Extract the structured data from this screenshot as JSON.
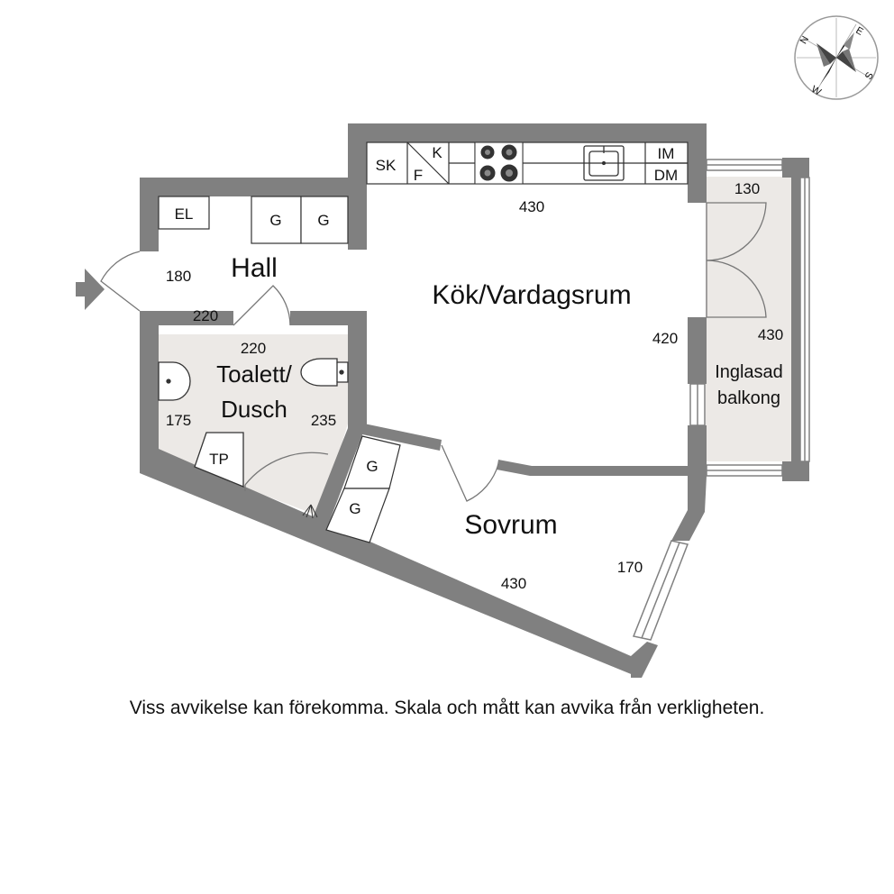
{
  "rooms": {
    "hall": "Hall",
    "kitchen_living": "Kök/Vardagsrum",
    "wc_line1": "Toalett/",
    "wc_line2": "Dusch",
    "bedroom": "Sovrum",
    "balcony_line1": "Inglasad",
    "balcony_line2": "balkong"
  },
  "dimensions": {
    "kitchen_width": "430",
    "kitchen_depth": "420",
    "hall_depth": "180",
    "hall_width": "220",
    "wc_width": "220",
    "wc_left": "175",
    "wc_right": "235",
    "bedroom_width": "430",
    "bedroom_depth": "170",
    "balcony_width": "130",
    "balcony_length": "430"
  },
  "fixtures": {
    "sk": "SK",
    "k": "K",
    "f": "F",
    "im": "IM",
    "dm": "DM",
    "el": "EL",
    "wardrobe": "G",
    "tp": "TP"
  },
  "compass": {
    "n": "N",
    "e": "E",
    "s": "S",
    "w": "W"
  },
  "colors": {
    "wall": "#808080",
    "wet_room": "#ece9e6",
    "balcony": "#ece9e6"
  },
  "disclaimer": "Viss avvikelse kan förekomma. Skala och mått kan avvika från verkligheten."
}
